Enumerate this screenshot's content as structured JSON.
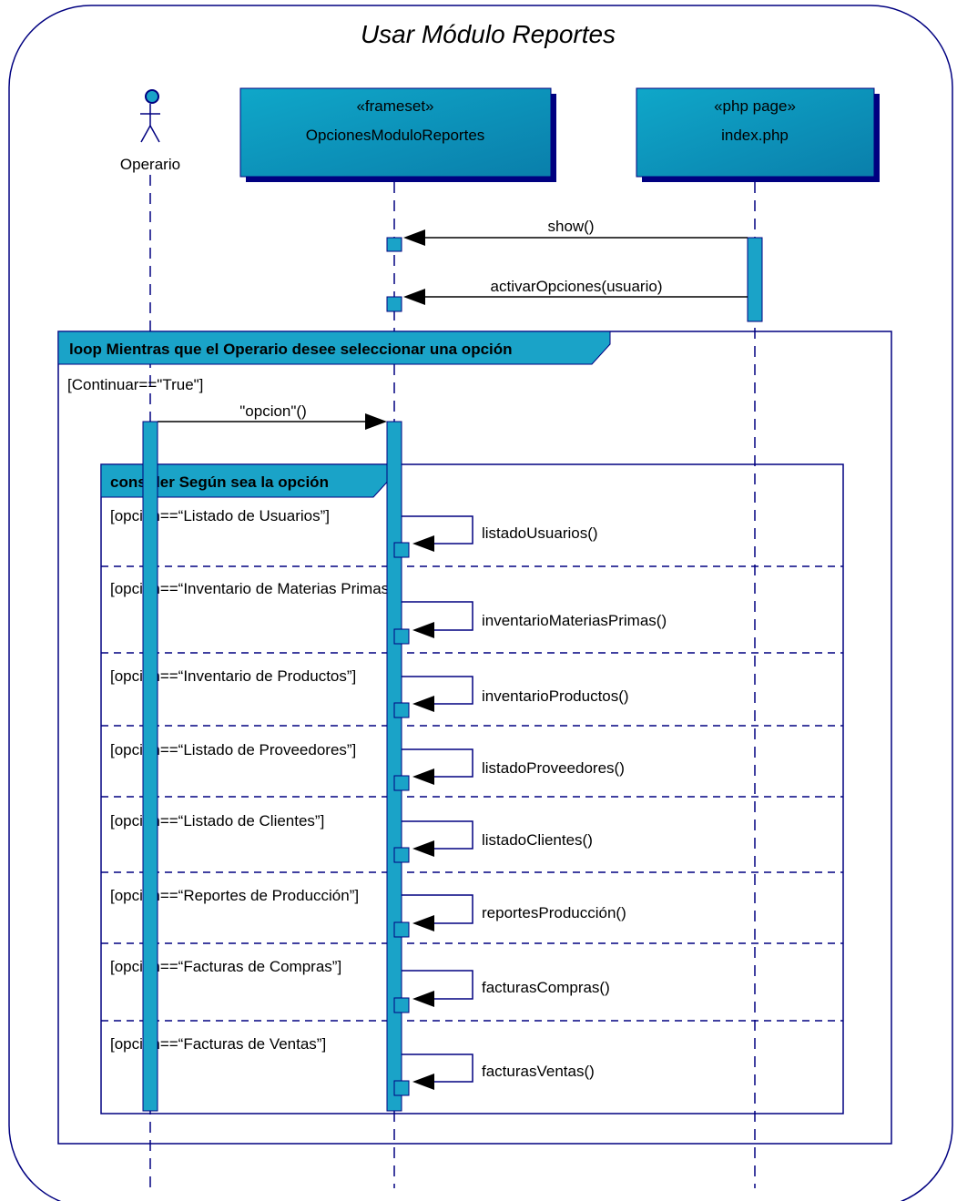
{
  "diagram": {
    "title": "Usar Módulo Reportes",
    "actor": {
      "name": "Operario"
    },
    "lifelines": [
      {
        "stereotype": "«frameset»",
        "name": "OpcionesModuloReportes"
      },
      {
        "stereotype": "«php page»",
        "name": "index.php"
      }
    ],
    "messages": [
      {
        "label": "show()",
        "from": "index.php",
        "to": "OpcionesModuloReportes"
      },
      {
        "label": "activarOpciones(usuario)",
        "from": "index.php",
        "to": "OpcionesModuloReportes"
      },
      {
        "label": "\"opcion\"()",
        "from": "Operario",
        "to": "OpcionesModuloReportes"
      }
    ],
    "loop": {
      "label": "loop Mientras que el Operario desee seleccionar una opción",
      "guard": "[Continuar==\"True\"]"
    },
    "consider": {
      "label": "consider Según sea la opción",
      "cases": [
        {
          "guard": "[opcion==“Listado de Usuarios”]",
          "message": "listadoUsuarios()"
        },
        {
          "guard": "[opcion==“Inventario de Materias Primas”]",
          "message": "inventarioMateriasPrimas()"
        },
        {
          "guard": "[opcion==“Inventario de Productos”]",
          "message": "inventarioProductos()"
        },
        {
          "guard": "[opcion==“Listado de Proveedores”]",
          "message": "listadoProveedores()"
        },
        {
          "guard": "[opcion==“Listado de Clientes”]",
          "message": "listadoClientes()"
        },
        {
          "guard": "[opcion==“Reportes de Producción”]",
          "message": "reportesProducción()"
        },
        {
          "guard": "[opcion==“Facturas de Compras”]",
          "message": "facturasCompras()"
        },
        {
          "guard": "[opcion==“Facturas de Ventas”]",
          "message": "facturasVentas()"
        }
      ]
    },
    "colors": {
      "box_fill": "#0a9cc0",
      "box_shadow": "#000080",
      "line": "#000080",
      "frame_label_fill": "#1aa3c8",
      "activation_fill": "#1aa3c8"
    }
  }
}
